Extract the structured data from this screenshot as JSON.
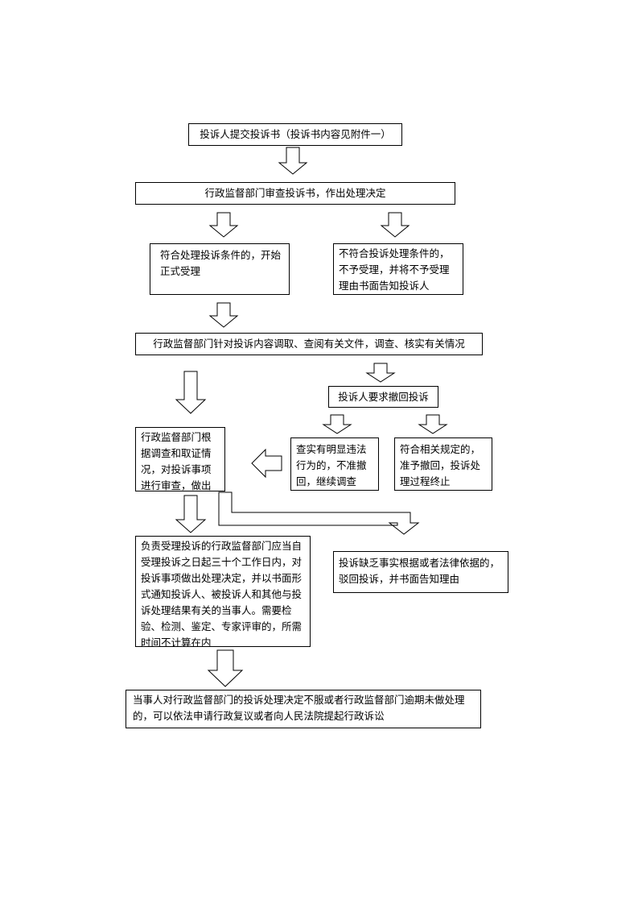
{
  "flowchart": {
    "submit": "投诉人提交投诉书（投诉书内容见附件一）",
    "review": "行政监督部门审查投诉书，作出处理决定",
    "accept": "符合处理投诉条件的，开始正式受理",
    "reject": "不符合投诉处理条件的，不予受理，并将不予受理理由书面告知投诉人",
    "investigate": "行政监督部门针对投诉内容调取、查阅有关文件，调查、核实有关情况",
    "withdraw_request": "投诉人要求撤回投诉",
    "withdraw_denied": "查实有明显违法行为的，不准撤回，继续调查",
    "withdraw_allowed": "符合相关规定的，准予撤回，投诉处理过程终止",
    "decide": "行政监督部门根据调查和取证情况，对投诉事项进行审查，做出处理决定",
    "notify": "负责受理投诉的行政监督部门应当自受理投诉之日起三十个工作日内，对投诉事项做出处理决定，并以书面形式通知投诉人、被投诉人和其他与投诉处理结果有关的当事人。需要检验、检测、鉴定、专家评审的，所需时间不计算在内",
    "dismiss": "投诉缺乏事实根据或者法律依据的，驳回投诉，并书面告知理由",
    "appeal": "当事人对行政监督部门的投诉处理决定不服或者行政监督部门逾期未做处理的，可以依法申请行政复议或者向人民法院提起行政诉讼"
  }
}
